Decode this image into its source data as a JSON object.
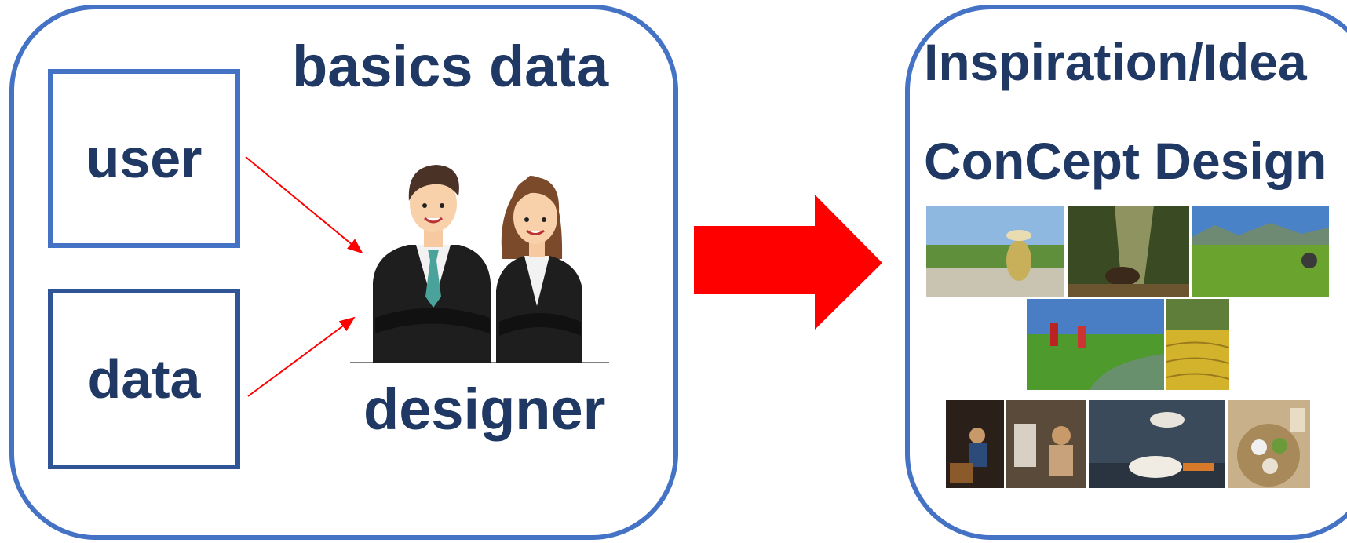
{
  "left_panel": {
    "title": "basics data",
    "inputs": [
      {
        "label": "user"
      },
      {
        "label": "data"
      }
    ],
    "role_label": "designer"
  },
  "right_panel": {
    "title_line1": "Inspiration/Idea",
    "title_line2": "ConCept Design"
  },
  "colors": {
    "border_blue": "#4472c4",
    "text_navy": "#1f3864",
    "arrow_red": "#ff0000"
  },
  "icons": {
    "designers": "two-business-people-illustration",
    "flow": "right-arrow"
  }
}
